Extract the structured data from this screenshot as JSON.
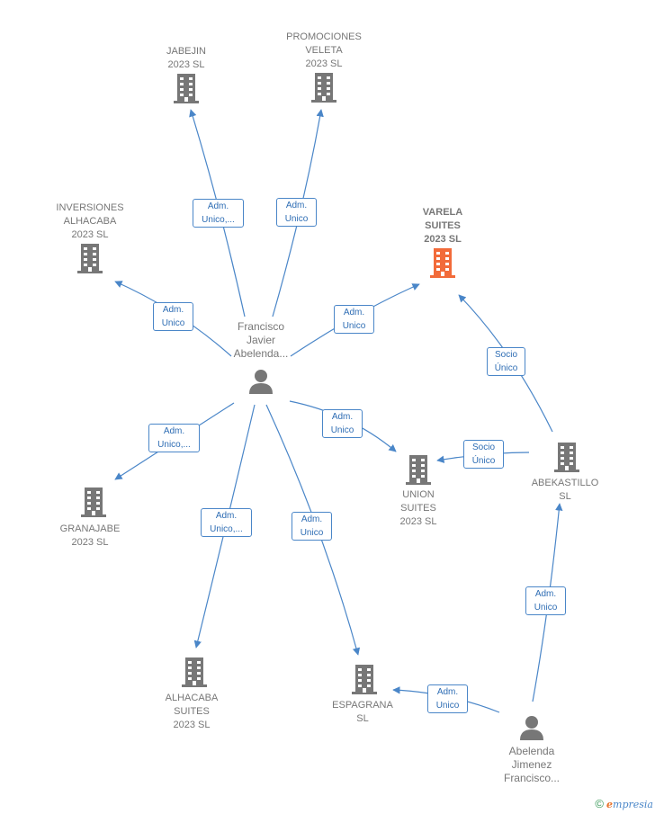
{
  "colors": {
    "edge": "#4a86c8",
    "company": "#777777",
    "highlight": "#f26b3a",
    "person": "#777777"
  },
  "nodes": {
    "jabejin": {
      "lines": [
        "JABEJIN",
        "2023  SL"
      ],
      "icon": "building-icon"
    },
    "promociones": {
      "lines": [
        "PROMOCIONES",
        "VELETA",
        "2023  SL"
      ],
      "icon": "building-icon"
    },
    "inversiones": {
      "lines": [
        "INVERSIONES",
        "ALHACABA",
        "2023  SL"
      ],
      "icon": "building-icon"
    },
    "varela": {
      "lines": [
        "VARELA",
        "SUITES",
        "2023  SL"
      ],
      "icon": "building-icon"
    },
    "francisco": {
      "lines": [
        "Francisco",
        "Javier",
        "Abelenda..."
      ],
      "icon": "person-icon"
    },
    "granajabe": {
      "lines": [
        "GRANAJABE",
        "2023  SL"
      ],
      "icon": "building-icon"
    },
    "union": {
      "lines": [
        "UNION",
        "SUITES",
        "2023  SL"
      ],
      "icon": "building-icon"
    },
    "abekastillo": {
      "lines": [
        "ABEKASTILLO",
        "SL"
      ],
      "icon": "building-icon"
    },
    "alhacaba": {
      "lines": [
        "ALHACABA",
        "SUITES",
        "2023  SL"
      ],
      "icon": "building-icon"
    },
    "espagrana": {
      "lines": [
        "ESPAGRANA",
        "SL"
      ],
      "icon": "building-icon"
    },
    "abelenda_jimenez": {
      "lines": [
        "Abelenda",
        "Jimenez",
        "Francisco..."
      ],
      "icon": "person-icon"
    }
  },
  "edges": {
    "e1": [
      "Adm.",
      "Unico,..."
    ],
    "e2": [
      "Adm.",
      "Unico"
    ],
    "e3": [
      "Adm.",
      "Unico"
    ],
    "e4": [
      "Adm.",
      "Unico"
    ],
    "e5": [
      "Adm.",
      "Unico,..."
    ],
    "e6": [
      "Adm.",
      "Unico"
    ],
    "e7": [
      "Adm.",
      "Unico,..."
    ],
    "e8": [
      "Adm.",
      "Unico"
    ],
    "e9": [
      "Socio",
      "Único"
    ],
    "e10": [
      "Socio",
      "Único"
    ],
    "e11": [
      "Adm.",
      "Unico"
    ],
    "e12": [
      "Adm.",
      "Unico"
    ]
  },
  "footer": {
    "copyright": "©",
    "brand_e": "e",
    "brand_rest": "mpresia"
  }
}
